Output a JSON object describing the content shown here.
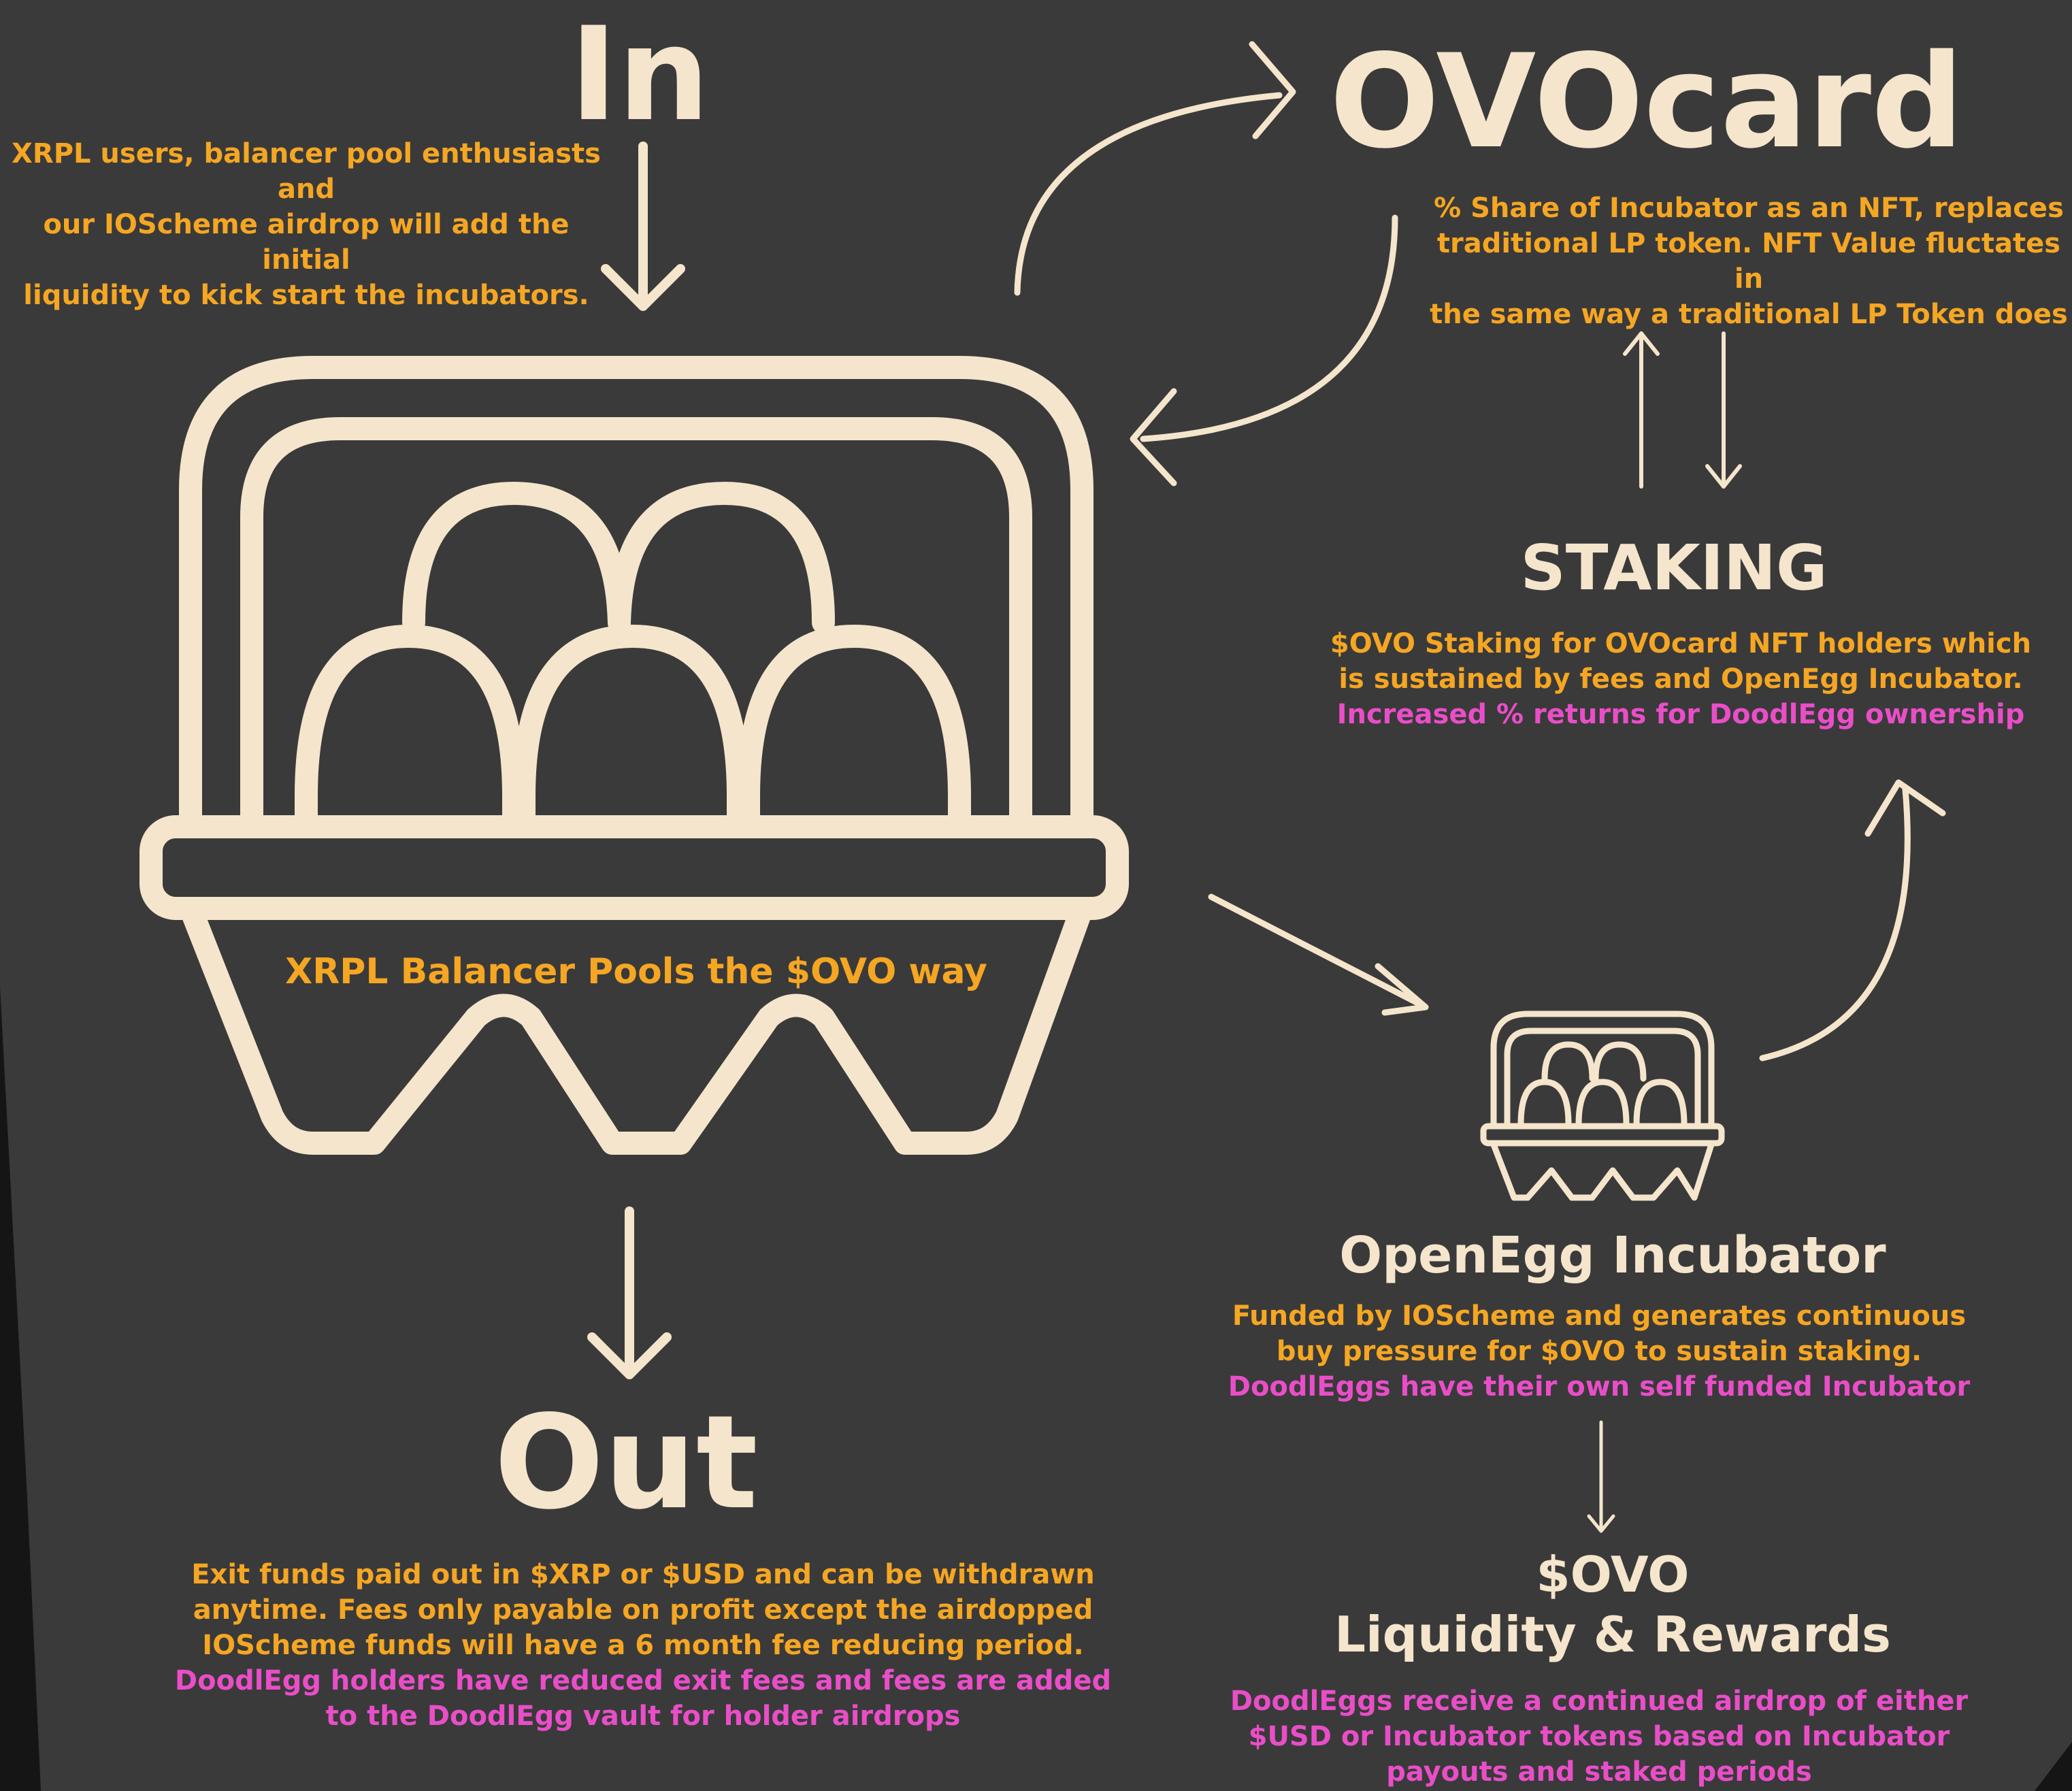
{
  "colors": {
    "background": "#3a3a3a",
    "cream": "#f4e5cc",
    "orange": "#f5a623",
    "pink": "#e94ec8"
  },
  "in": {
    "title": "In",
    "desc": [
      "XRPL users, balancer pool enthusiasts and",
      "our IOScheme airdrop will add the initial",
      "liquidity to kick start the incubators."
    ]
  },
  "carton": {
    "label": "XRPL Balancer Pools the $OVO way"
  },
  "ovocard": {
    "title": "OVOcard",
    "desc": [
      "% Share of Incubator as an NFT, replaces",
      "traditional LP token. NFT Value fluctates in",
      "the same way a traditional LP Token does"
    ]
  },
  "staking": {
    "title": "STAKING",
    "desc": [
      "$OVO Staking for OVOcard NFT holders which",
      "is sustained by fees and OpenEgg Incubator."
    ],
    "desc_highlight": "Increased % returns for DoodlEgg ownership"
  },
  "openegg": {
    "title": "OpenEgg Incubator",
    "desc": [
      "Funded by IOScheme and generates continuous",
      "buy pressure for $OVO to sustain staking."
    ],
    "desc_highlight": "DoodlEggs have their own self funded Incubator"
  },
  "ovo_rewards": {
    "title_line1": "$OVO",
    "title_line2": "Liquidity & Rewards",
    "desc_highlight": [
      "DoodlEggs receive a continued airdrop of either",
      "$USD or Incubator tokens based on Incubator",
      "payouts and staked periods"
    ]
  },
  "out": {
    "title": "Out",
    "desc": [
      "Exit funds paid out in $XRP or $USD and can be withdrawn",
      "anytime. Fees only payable on profit except the airdopped",
      "IOScheme funds will have a 6 month fee reducing period."
    ],
    "desc_highlight": [
      "DoodlEgg holders have reduced exit fees and fees are added",
      "to the DoodlEgg vault for holder airdrops"
    ]
  }
}
